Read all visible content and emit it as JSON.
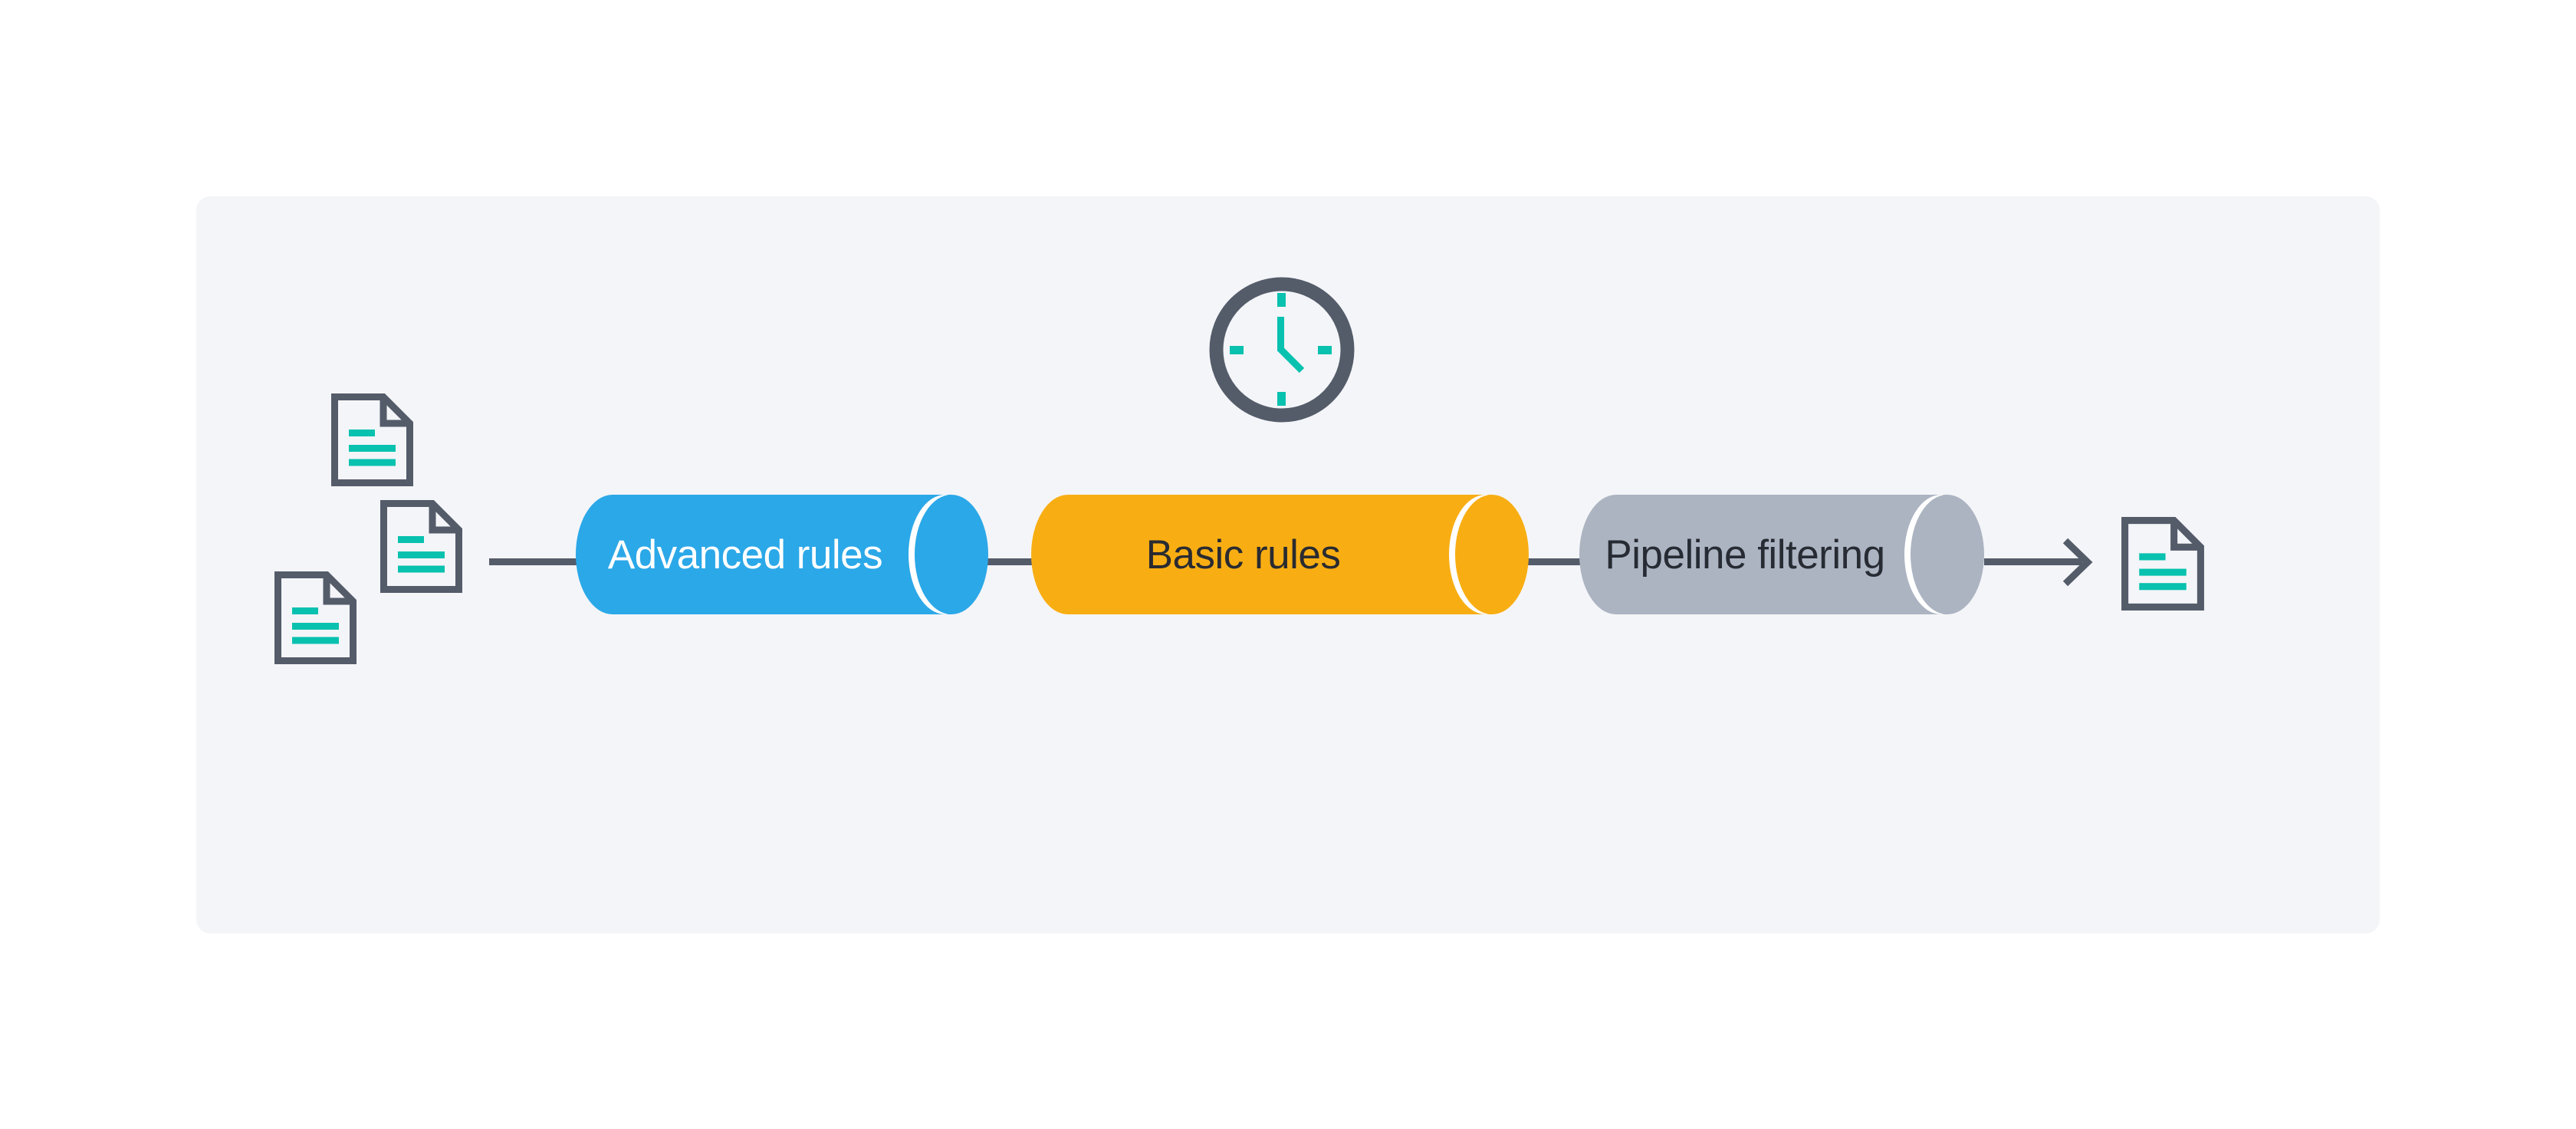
{
  "diagram": {
    "title_hint": "rules-pipeline-flow",
    "stages": [
      {
        "label": "Advanced rules",
        "fill": "#2BA8E8",
        "text_color": "#FFFFFF"
      },
      {
        "label": "Basic rules",
        "fill": "#F8AE13",
        "text_color": "#2A2B31"
      },
      {
        "label": "Pipeline filtering",
        "fill": "#ACB4C2",
        "text_color": "#272B33"
      }
    ],
    "input_document_count": 3,
    "output_document_count": 1,
    "icons": {
      "clock": "clock-icon",
      "document": "document-icon",
      "arrow": "flow-arrow"
    },
    "colors": {
      "page_background": "#FFFFFF",
      "panel_background": "#F4F5F8",
      "line_and_outline": "#545C6A",
      "icon_accent_teal": "#08C1AF",
      "stage_blue": "#2BA8E8",
      "stage_orange": "#F8AE13",
      "stage_gray": "#ACB4C2"
    }
  }
}
